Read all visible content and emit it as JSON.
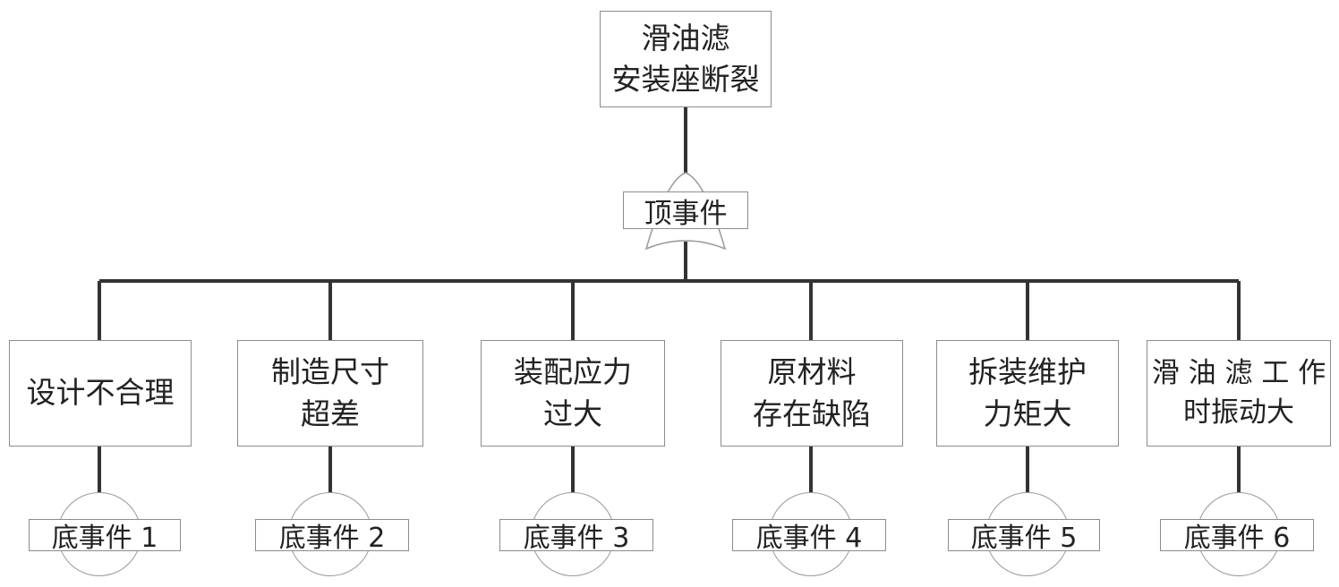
{
  "top_event": {
    "line1": "滑油滤",
    "line2": "安装座断裂"
  },
  "gate_label": "顶事件",
  "causes": [
    {
      "line1": "设计不合理",
      "line2": "",
      "basic": "底事件 1"
    },
    {
      "line1": "制造尺寸",
      "line2": "超差",
      "basic": "底事件 2"
    },
    {
      "line1": "装配应力",
      "line2": "过大",
      "basic": "底事件 3"
    },
    {
      "line1": "原材料",
      "line2": "存在缺陷",
      "basic": "底事件 4"
    },
    {
      "line1": "拆装维护",
      "line2": "力矩大",
      "basic": "底事件 5"
    },
    {
      "line1": "滑 油 滤 工 作",
      "line2": "时振动大",
      "basic": "底事件 6"
    }
  ]
}
